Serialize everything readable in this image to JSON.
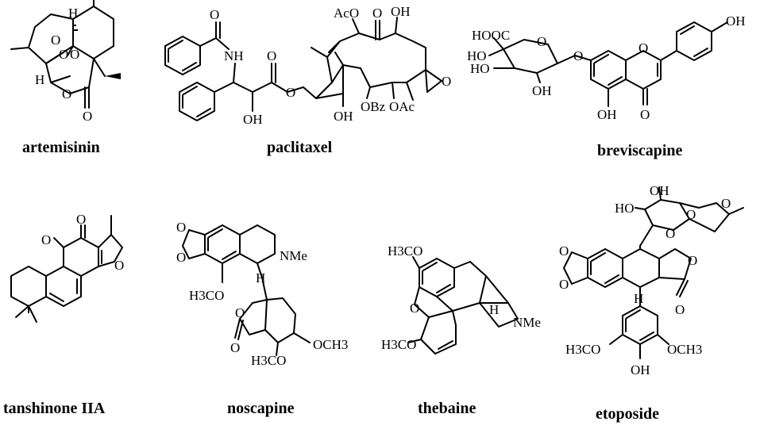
{
  "compounds": [
    {
      "name": "artemisinin",
      "labels": {
        "h1": "H",
        "h2": "H",
        "o1": "O",
        "o2": "O",
        "o3": "O",
        "o4": "O",
        "o5": "O"
      }
    },
    {
      "name": "paclitaxel",
      "labels": {
        "nh": "NH",
        "o_amide": "O",
        "oh1": "OH",
        "o_ester": "O",
        "o_ester2": "O",
        "aco": "AcO",
        "o_keto": "O",
        "oh2": "OH",
        "oh3": "OH",
        "obz": "OBz",
        "oac": "OAc",
        "o_oxetane": "O"
      }
    },
    {
      "name": "breviscapine",
      "labels": {
        "hooc": "HOOC",
        "o_ring": "O",
        "ho1": "HO",
        "ho2": "HO",
        "oh1": "OH",
        "o_link": "O",
        "o_pyran": "O",
        "oh_phenol": "OH",
        "oh_5": "OH",
        "o_keto": "O"
      }
    },
    {
      "name": "tanshinone IIA",
      "labels": {
        "o1": "O",
        "o2": "O",
        "o_furan": "O"
      }
    },
    {
      "name": "noscapine",
      "labels": {
        "o1": "O",
        "o2": "O",
        "nme": "NMe",
        "h3co": "H3CO",
        "h": "H",
        "o_lac": "O",
        "o_keto": "O",
        "h3co2": "H3CO",
        "och3": "OCH3"
      }
    },
    {
      "name": "thebaine",
      "labels": {
        "h3co1": "H3CO",
        "o_bridge": "O",
        "h3co2": "H3CO",
        "h": "H",
        "nme": "NMe"
      }
    },
    {
      "name": "etoposide",
      "labels": {
        "oh": "OH",
        "ho": "HO",
        "o1": "O",
        "o2": "O",
        "o3": "O",
        "o_md1": "O",
        "o_md2": "O",
        "o_lac": "O",
        "o_keto": "O",
        "h3co": "H3CO",
        "och3": "OCH3",
        "oh_bottom": "OH",
        "h": "H"
      }
    }
  ]
}
